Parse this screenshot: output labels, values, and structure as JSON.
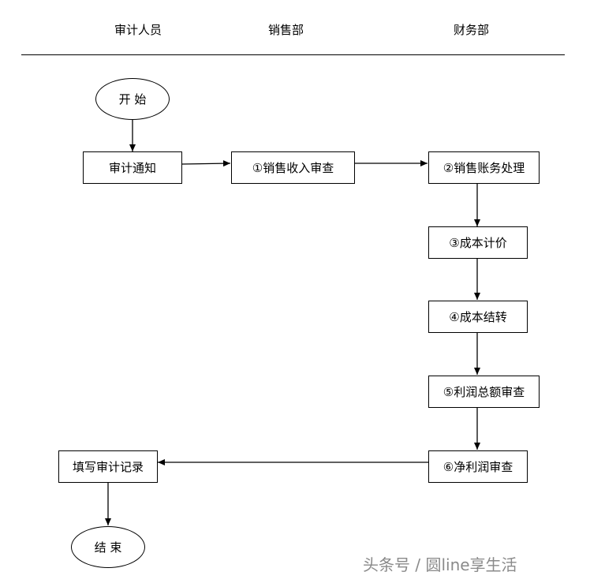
{
  "lanes": [
    "审计人员",
    "销售部",
    "财务部"
  ],
  "nodes": {
    "start": "开  始",
    "audit_notice": "审计通知",
    "step1": "①销售收入审查",
    "step2": "②销售账务处理",
    "step3": "③成本计价",
    "step4": "④成本结转",
    "step5": "⑤利润总额审查",
    "step6": "⑥净利润审查",
    "record": "填写审计记录",
    "end": "结  束"
  },
  "watermark": "头条号 / 圆line享生活"
}
